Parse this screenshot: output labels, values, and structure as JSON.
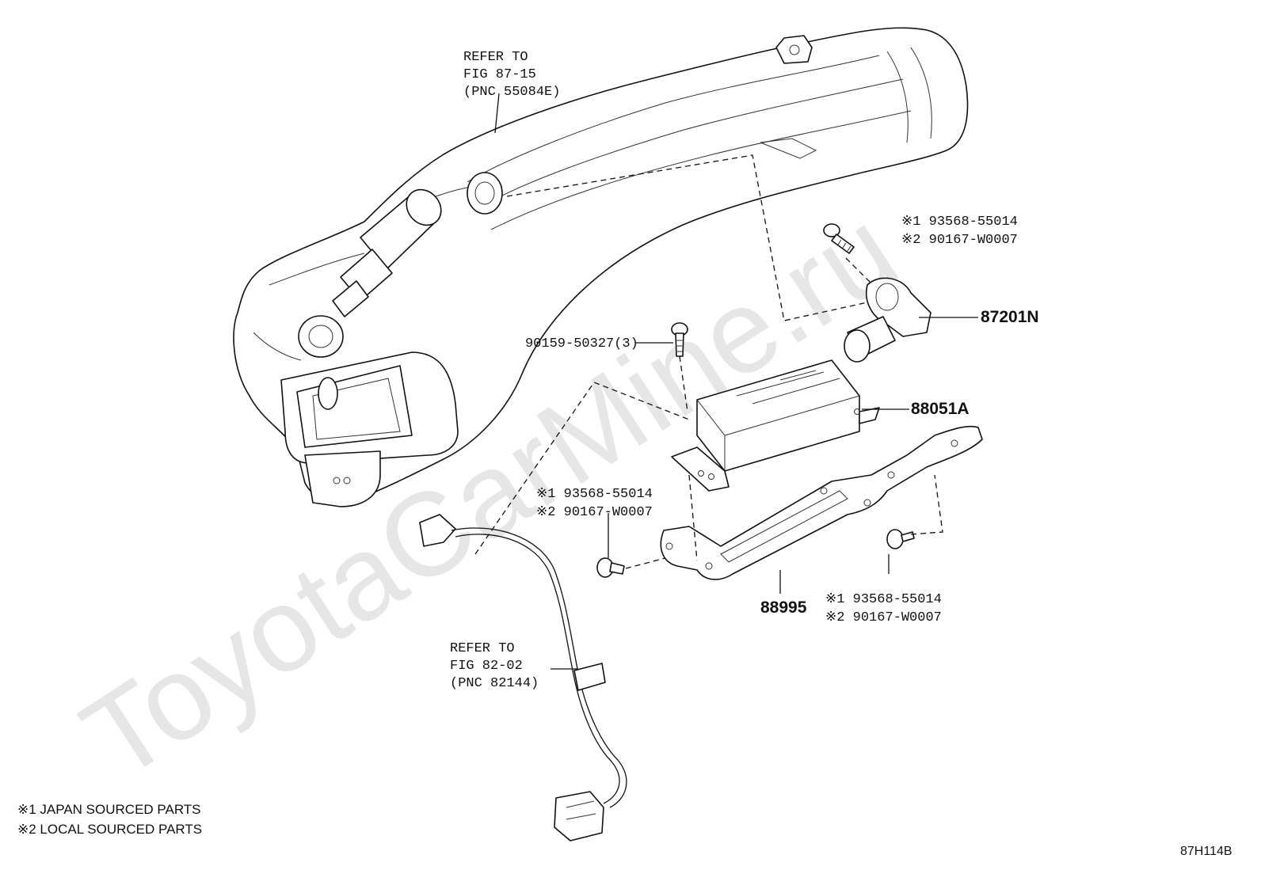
{
  "watermark": "ToyotaCarMine.ru",
  "refs": {
    "tank": [
      "REFER TO",
      "FIG 87-15",
      "(PNC 55084E)"
    ],
    "harness": [
      "REFER TO",
      "FIG 82-02",
      "(PNC 82144)"
    ]
  },
  "parts": {
    "p87201N": "87201N",
    "p88051A": "88051A",
    "p88995": "88995",
    "bolt_qty": "90159-50327(3)"
  },
  "bolt_labels": {
    "top": [
      "※1 93568-55014",
      "※2 90167-W0007"
    ],
    "left": [
      "※1 93568-55014",
      "※2 90167-W0007"
    ],
    "right": [
      "※1 93568-55014",
      "※2 90167-W0007"
    ]
  },
  "legend": [
    "※1  JAPAN SOURCED PARTS",
    "※2  LOCAL SOURCED PARTS"
  ],
  "figure_id": "87H114B"
}
